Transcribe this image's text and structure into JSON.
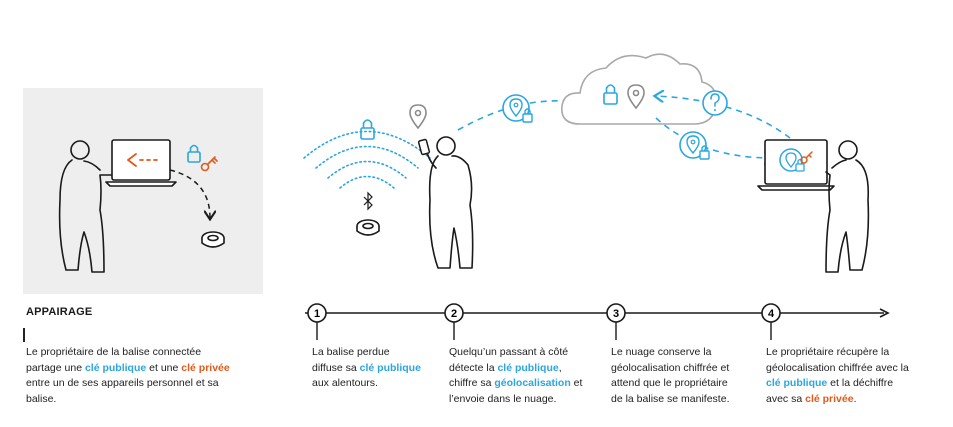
{
  "colors": {
    "accent_blue": "#2aa6e0",
    "accent_red": "#e05a1c",
    "panel_gray": "#eeeeee",
    "cloud_gray": "#a9a9a9",
    "ink": "#1a1a1a"
  },
  "icons": [
    "person-icon",
    "laptop-icon",
    "lock-icon",
    "key-icon",
    "tag-beacon-icon",
    "bluetooth-icon",
    "location-pin-icon",
    "cloud-icon",
    "question-icon",
    "phone-icon"
  ],
  "pairing": {
    "title": "APPAIRAGE",
    "text_1": "Le propriétaire de la balise connectée",
    "text_2a": "partage une ",
    "key_public": "clé publique",
    "text_2b": " et une ",
    "key_private": "clé privée",
    "text_3": "entre un de ses appareils personnel et sa",
    "text_4": "balise."
  },
  "steps": [
    {
      "number": "1",
      "line_1": "La balise perdue",
      "line_2a": "diffuse sa ",
      "line_2b": "clé publique",
      "line_3": "aux alentours."
    },
    {
      "number": "2",
      "line_1": "Quelqu’un passant à côté",
      "line_2a": "détecte la ",
      "line_2b": "clé publique",
      "line_2c": ",",
      "line_3a": "chiffre sa ",
      "line_3b": "géolocalisation",
      "line_3c": " et",
      "line_4": "l’envoie dans le nuage."
    },
    {
      "number": "3",
      "line_1": "Le nuage conserve la",
      "line_2": "géolocalisation chiffrée et",
      "line_3": "attend que le propriétaire",
      "line_4": "de la balise se manifeste."
    },
    {
      "number": "4",
      "line_1": "Le propriétaire récupère la",
      "line_2": "géolocalisation chiffrée avec la",
      "line_3a": "clé publique",
      "line_3b": " et la déchiffre",
      "line_4a": "avec sa ",
      "line_4b": "clé privée",
      "line_4c": "."
    }
  ]
}
